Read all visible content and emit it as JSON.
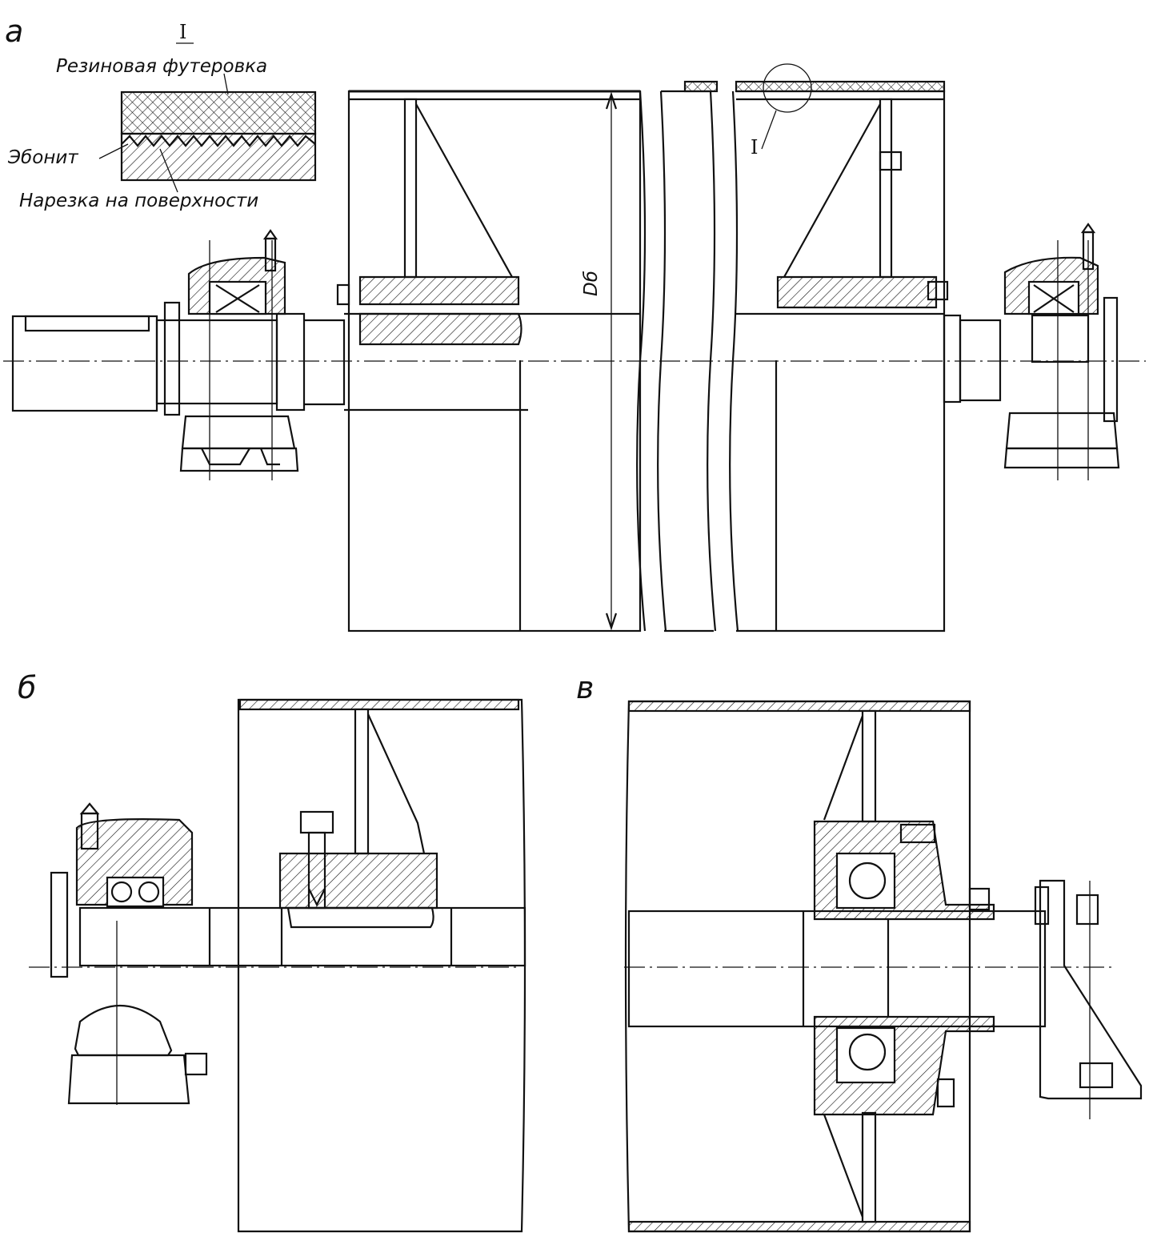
{
  "panels": {
    "a": "а",
    "b": "б",
    "c": "в"
  },
  "detail": {
    "marker": "I",
    "rubber_lining": "Резиновая футеровка",
    "ebonite": "Эбонит",
    "surface_cut": "Нарезка на поверхности"
  },
  "dimension": {
    "drum_diameter": "Dб"
  },
  "section_marker": "I"
}
